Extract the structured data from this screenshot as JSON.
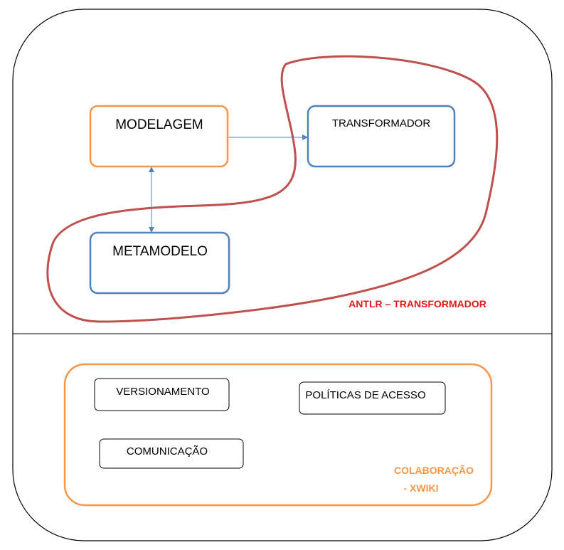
{
  "colors": {
    "orange": "#F79646",
    "blue": "#4F81BD",
    "red_outline": "#C0504D",
    "red_label": "#E31919",
    "frame": "#000000"
  },
  "nodes": {
    "modelagem": "MODELAGEM",
    "transformador": "TRANSFORMADOR",
    "metamodelo": "METAMODELO",
    "versionamento": "VERSIONAMENTO",
    "politicas": "POLÍTICAS DE ACESSO",
    "comunicacao": "COMUNICAÇÃO"
  },
  "groups": {
    "antlr_label": "ANTLR – TRANSFORMADOR",
    "colaboracao_line1": "COLABORAÇÃO",
    "colaboracao_line2": "- XWIKI"
  }
}
